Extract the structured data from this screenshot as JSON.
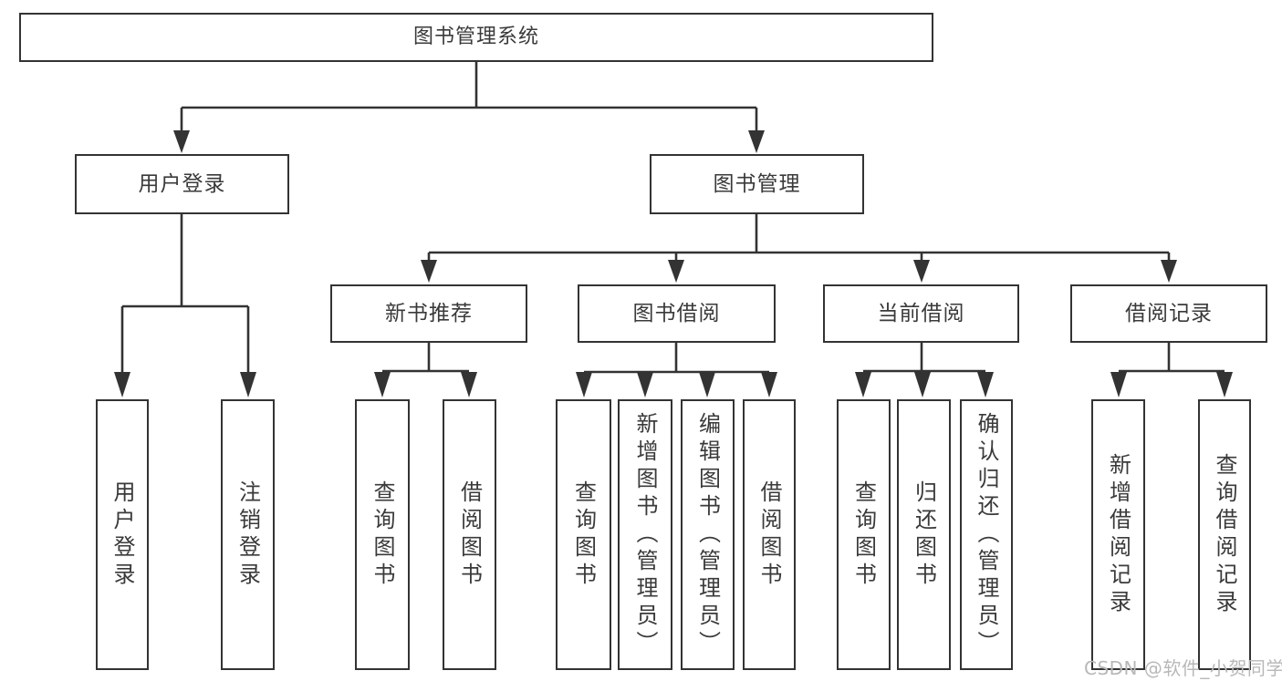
{
  "tree": {
    "root": {
      "label": "图书管理系统"
    },
    "children": [
      {
        "label": "用户登录",
        "children": [
          {
            "label": "用户登录"
          },
          {
            "label": "注销登录"
          }
        ]
      },
      {
        "label": "图书管理",
        "children": [
          {
            "label": "新书推荐",
            "children": [
              {
                "label": "查询图书"
              },
              {
                "label": "借阅图书"
              }
            ]
          },
          {
            "label": "图书借阅",
            "children": [
              {
                "label": "查询图书"
              },
              {
                "label": "新增图书（管理员）"
              },
              {
                "label": "编辑图书（管理员）"
              },
              {
                "label": "借阅图书"
              }
            ]
          },
          {
            "label": "当前借阅",
            "children": [
              {
                "label": "查询图书"
              },
              {
                "label": "归还图书"
              },
              {
                "label": "确认归还（管理员）"
              }
            ]
          },
          {
            "label": "借阅记录",
            "children": [
              {
                "label": "新增借阅记录"
              },
              {
                "label": "查询借阅记录"
              }
            ]
          }
        ]
      }
    ]
  },
  "watermark": {
    "text": "CSDN @软件_小贺同学"
  },
  "colors": {
    "line": "#333333",
    "text": "#3a3a3a",
    "background": "#ffffff",
    "watermark": "#b8b8b8"
  }
}
